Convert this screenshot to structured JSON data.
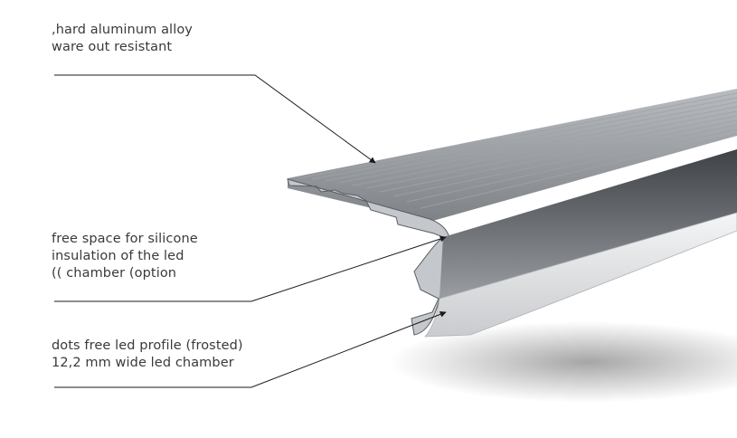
{
  "callouts": [
    {
      "lines": [
        ",hard aluminum alloy",
        "ware out resistant"
      ]
    },
    {
      "lines": [
        "free space for silicone",
        "insulation of the led",
        "(( chamber (option"
      ]
    },
    {
      "lines": [
        "dots free led profile (frosted)",
        "12,2 mm wide led chamber"
      ]
    }
  ],
  "colors": {
    "background": "#ffffff",
    "text": "#3a3a3a",
    "leader_line": "#1a1a1a",
    "profile_dark": "#5a5e63",
    "profile_light": "#d9dbde",
    "diffuser": "#e8e9eb"
  },
  "icons": [
    "arrowhead-icon"
  ]
}
